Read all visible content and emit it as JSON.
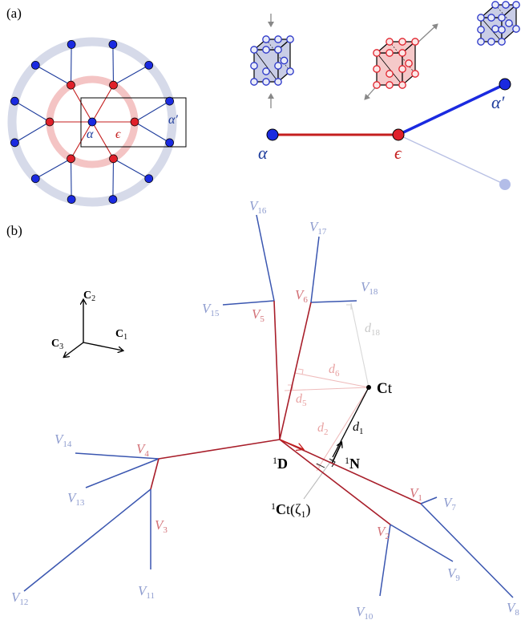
{
  "panel_a": {
    "label": "(a)",
    "alpha": "α",
    "epsilon": "ϵ",
    "alpha_prime": "α′"
  },
  "panel_b": {
    "label": "(b)",
    "axes": {
      "c1": "C",
      "c1_sub": "1",
      "c2": "C",
      "c2_sub": "2",
      "c3": "C",
      "c3_sub": "3"
    },
    "centre": "Ct",
    "centre_bold": "C",
    "centre_rest": "t",
    "nodes_outer": [
      {
        "n": "V",
        "s": "7"
      },
      {
        "n": "V",
        "s": "8"
      },
      {
        "n": "V",
        "s": "9"
      },
      {
        "n": "V",
        "s": "10"
      },
      {
        "n": "V",
        "s": "11"
      },
      {
        "n": "V",
        "s": "12"
      },
      {
        "n": "V",
        "s": "13"
      },
      {
        "n": "V",
        "s": "14"
      },
      {
        "n": "V",
        "s": "15"
      },
      {
        "n": "V",
        "s": "16"
      },
      {
        "n": "V",
        "s": "17"
      },
      {
        "n": "V",
        "s": "18"
      }
    ],
    "nodes_inner": [
      {
        "n": "V",
        "s": "1"
      },
      {
        "n": "V",
        "s": "2"
      },
      {
        "n": "V",
        "s": "3"
      },
      {
        "n": "V",
        "s": "4"
      },
      {
        "n": "V",
        "s": "5"
      },
      {
        "n": "V",
        "s": "6"
      }
    ],
    "distances": {
      "d1": "d",
      "d1s": "1",
      "d2": "d",
      "d2s": "2",
      "d5": "d",
      "d5s": "5",
      "d6": "d",
      "d6s": "6",
      "d18": "d",
      "d18s": "18"
    },
    "labels": {
      "D_pre": "1",
      "D": "D",
      "N_pre": "1",
      "N": "N",
      "Ct_pre": "1",
      "Ct_b": "C",
      "Ct_t": "t(ζ",
      "Ct_s": "1",
      "Ct_e": ")"
    }
  },
  "colors": {
    "red": "#c41e1e",
    "red_light": "#e8a2a2",
    "blue": "#1e3c9c",
    "blue_light": "#9aa6d6",
    "red_ring": "#f4c4c4",
    "blue_ring": "#d6dae9",
    "dot_red": "#e0202a",
    "dot_blue": "#1a2ae0"
  }
}
